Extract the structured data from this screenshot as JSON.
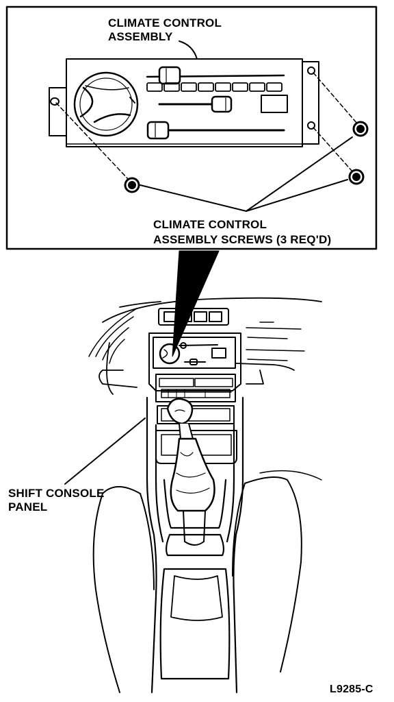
{
  "labels": {
    "climate_control_assembly_line1": "CLIMATE CONTROL",
    "climate_control_assembly_line2": "ASSEMBLY",
    "screws_line1": "CLIMATE CONTROL",
    "screws_line2": "ASSEMBLY SCREWS (3 REQ'D)",
    "shift_console_line1": "SHIFT CONSOLE",
    "shift_console_line2": "PANEL",
    "figure_id": "L9285-C"
  },
  "colors": {
    "ink": "#000000",
    "paper": "#ffffff"
  }
}
